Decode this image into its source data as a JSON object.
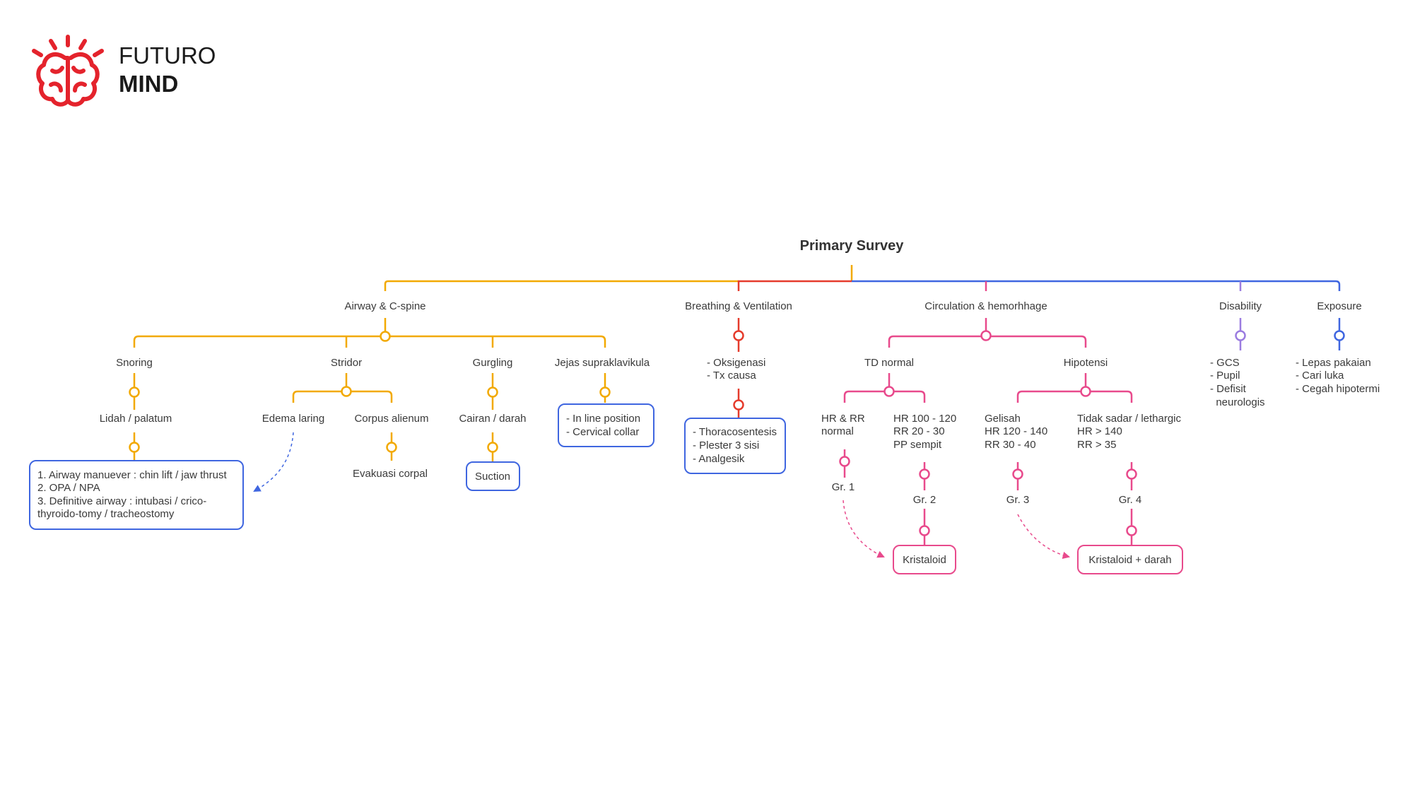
{
  "logo": {
    "line1": "FUTURO",
    "line2": "MIND",
    "color": "#e4232c"
  },
  "title": "Primary Survey",
  "colors": {
    "airway": "#f2a900",
    "breathing": "#e53b2c",
    "circulation": "#e84a8c",
    "disability": "#9b7ce0",
    "exposure": "#3f66e0",
    "box_blue": "#3f66e0",
    "box_pink": "#e84a8c"
  },
  "branches": {
    "airway": {
      "label": "Airway & C-spine",
      "snoring": {
        "label": "Snoring",
        "cause": "Lidah / palatum",
        "actions": [
          "1. Airway manuever : chin lift / jaw thrust",
          "2. OPA / NPA",
          "3. Definitive airway : intubasi / crico-",
          "thyroido-tomy / tracheostomy"
        ]
      },
      "stridor": {
        "label": "Stridor",
        "edema": "Edema laring",
        "corpus": "Corpus alienum",
        "corpus_action": "Evakuasi corpal"
      },
      "gurgling": {
        "label": "Gurgling",
        "cause": "Cairan / darah",
        "action": "Suction"
      },
      "jejas": {
        "label": "Jejas supraklavikula",
        "actions": [
          "- In line position",
          "- Cervical collar"
        ]
      }
    },
    "breathing": {
      "label": "Breathing & Ventilation",
      "items": [
        "- Oksigenasi",
        "- Tx causa"
      ],
      "actions": [
        "- Thoracosentesis",
        "- Plester 3 sisi",
        "- Analgesik"
      ]
    },
    "circulation": {
      "label": "Circulation & hemorhhage",
      "td_normal": {
        "label": "TD normal",
        "g1_desc": [
          "HR & RR",
          "normal"
        ],
        "g1": "Gr. 1",
        "g2_desc": [
          "HR 100 - 120",
          "RR 20 - 30",
          "PP sempit"
        ],
        "g2": "Gr. 2",
        "action": "Kristaloid"
      },
      "hipotensi": {
        "label": "Hipotensi",
        "g3_desc": [
          "Gelisah",
          "HR 120 - 140",
          "RR 30 - 40"
        ],
        "g3": "Gr. 3",
        "g4_desc": [
          "Tidak sadar / lethargic",
          "HR > 140",
          "RR > 35"
        ],
        "g4": "Gr. 4",
        "action": "Kristaloid + darah"
      }
    },
    "disability": {
      "label": "Disability",
      "items": [
        "- GCS",
        "- Pupil",
        "- Defisit",
        "  neurologis"
      ]
    },
    "exposure": {
      "label": "Exposure",
      "items": [
        "- Lepas pakaian",
        "- Cari luka",
        "- Cegah hipotermi"
      ]
    }
  }
}
